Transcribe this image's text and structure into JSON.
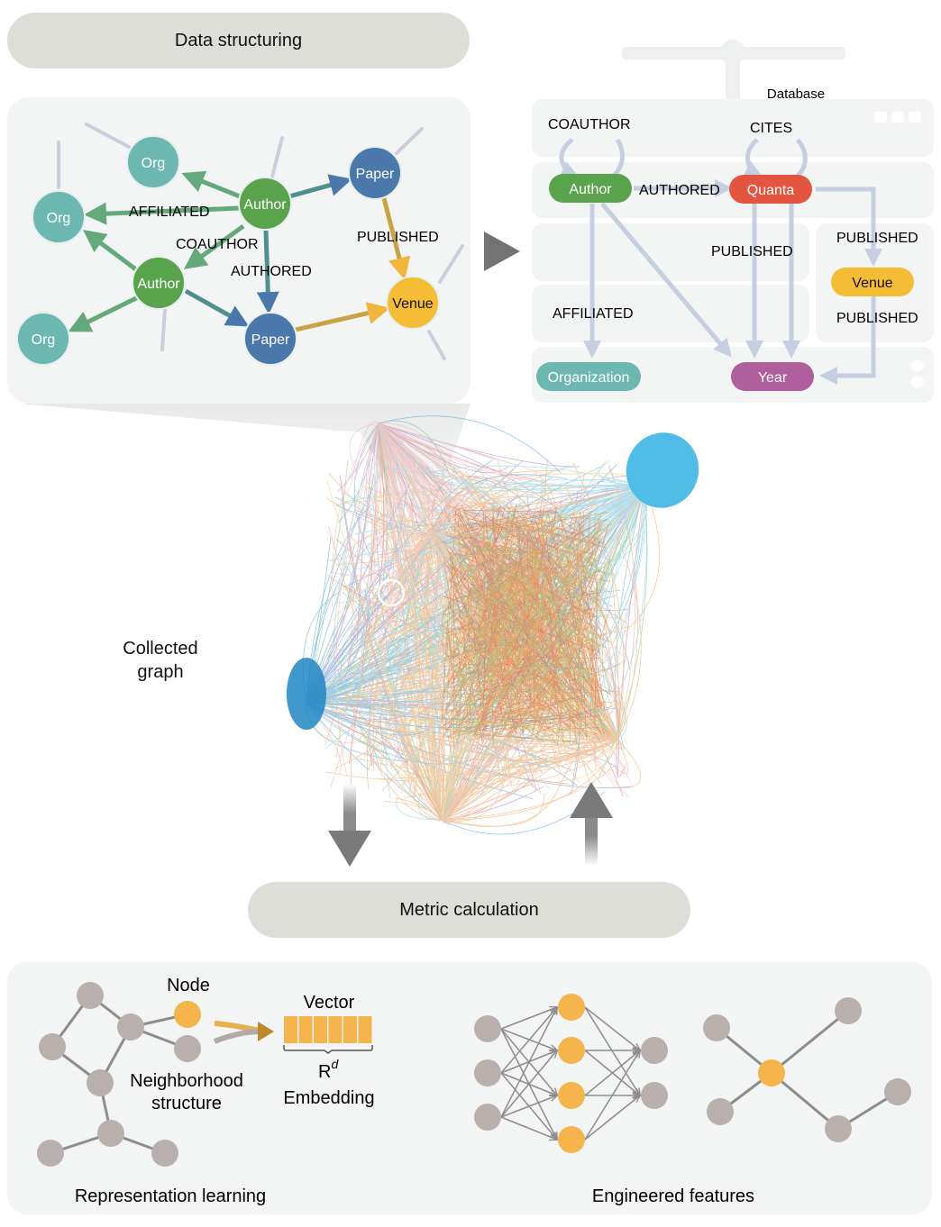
{
  "headers": {
    "data_structuring": "Data structuring",
    "metric_calculation": "Metric calculation"
  },
  "instance_graph": {
    "nodes": [
      {
        "id": "org1",
        "label": "Org",
        "type": "org"
      },
      {
        "id": "org2",
        "label": "Org",
        "type": "org"
      },
      {
        "id": "org3",
        "label": "Org",
        "type": "org"
      },
      {
        "id": "author1",
        "label": "Author",
        "type": "author"
      },
      {
        "id": "author2",
        "label": "Author",
        "type": "author"
      },
      {
        "id": "paper1",
        "label": "Paper",
        "type": "paper"
      },
      {
        "id": "paper2",
        "label": "Paper",
        "type": "paper"
      },
      {
        "id": "venue1",
        "label": "Venue",
        "type": "venue"
      }
    ],
    "edge_labels": {
      "affiliated": "AFFILIATED",
      "coauthor": "COAUTHOR",
      "authored": "AUTHORED",
      "published": "PUBLISHED"
    }
  },
  "schema": {
    "title": "Database",
    "nodes": {
      "author": "Author",
      "quanta": "Quanta",
      "venue": "Venue",
      "organization": "Organization",
      "year": "Year"
    },
    "edge_labels": {
      "coauthor": "COAUTHOR",
      "cites": "CITES",
      "authored": "AUTHORED",
      "published_quanta_year": "PUBLISHED",
      "published_quanta_venue": "PUBLISHED",
      "published_venue_year": "PUBLISHED",
      "affiliated": "AFFILIATED"
    }
  },
  "collected_graph": {
    "label_line1": "Collected",
    "label_line2": "graph"
  },
  "representation_learning": {
    "node_label": "Node",
    "vector_label": "Vector",
    "space_label": "R",
    "space_superscript": "d",
    "embedding_label": "Embedding",
    "neighborhood_line1": "Neighborhood",
    "neighborhood_line2": "structure",
    "caption": "Representation learning",
    "vector_cells": 6
  },
  "engineered_features": {
    "caption": "Engineered features"
  },
  "colors": {
    "org": "#6cb8b0",
    "author": "#5aa34d",
    "paper": "#4a78ab",
    "venue": "#f5bd35",
    "quanta": "#e3553f",
    "year": "#b05f9e",
    "organization": "#6cb8b0",
    "neutral_node": "#b9b0ad",
    "highlight_node": "#f5b54c",
    "schema_edge": "#c5cfe0"
  }
}
